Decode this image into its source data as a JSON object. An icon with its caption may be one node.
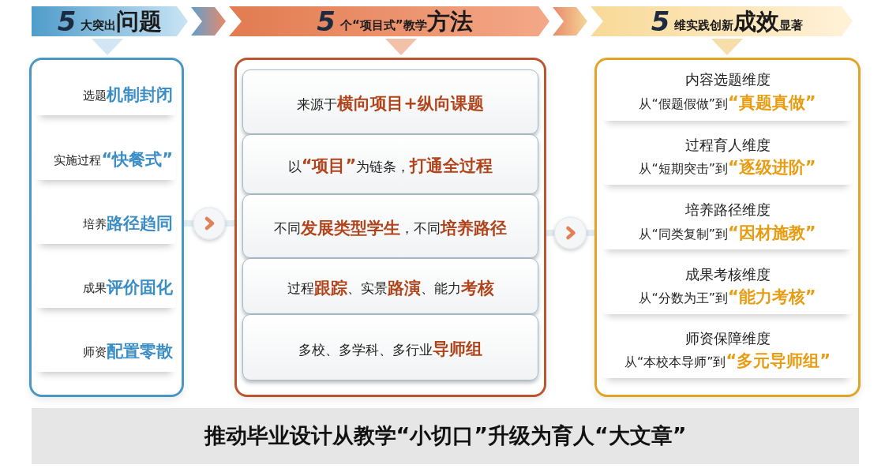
{
  "diagram": {
    "nodes": [
      {
        "text": [
          "5",
          "大突出**问题**"
        ]
      },
      {
        "text": [
          "5",
          "个“项目式”教学**方法**"
        ]
      },
      {
        "text": [
          "5",
          "维实践创新**成效**显著"
        ]
      },
      {
        "text": [],
        "shape": "box"
      },
      {
        "text": [
          "选题**机制封闭**"
        ],
        "in": 3
      },
      {
        "text": [
          "实施过程**“快餐式”**"
        ],
        "in": 3
      },
      {
        "text": [
          "培养**路径趋同**"
        ],
        "in": 3
      },
      {
        "text": [
          "成果**评价固化**"
        ],
        "in": 3
      },
      {
        "text": [
          "师资**配置零散**"
        ],
        "in": 3
      },
      {
        "text": [],
        "shape": "box"
      },
      {
        "text": [
          "来源于**横向项目+纵向课题**"
        ],
        "in": 9
      },
      {
        "text": [
          "以**“项目”**为链条，**打通全过程**"
        ],
        "in": 9
      },
      {
        "text": [
          "不同**发展类型学生**，不同**培养路径**"
        ],
        "in": 9
      },
      {
        "text": [
          "过程**跟踪**、实景**路演**、能力**考核**"
        ],
        "in": 9
      },
      {
        "text": [
          "多校、多学科、多行业**导师组**"
        ],
        "in": 9
      },
      {
        "text": [],
        "shape": "box"
      },
      {
        "text": [
          "内容选题维度",
          "从“假题假做”到**“真题真做”**"
        ],
        "in": 15
      },
      {
        "text": [
          "过程育人维度",
          "从“短期突击”到**“逐级进阶”**"
        ],
        "in": 15
      },
      {
        "text": [
          "培养路径维度",
          "从“同类复制”到**“因材施教”**"
        ],
        "in": 15
      },
      {
        "text": [
          "成果考核维度",
          "从“分数为王”到**“能力考核”**"
        ],
        "in": 15
      },
      {
        "text": [
          "师资保障维度",
          "从“本校本导师”到**“多元导师组”**"
        ],
        "in": 15
      },
      {
        "text": [
          "推动毕业设计从教学“小切口”升级为育人“大文章”"
        ]
      }
    ],
    "edges": [
      {
        "from": 0,
        "to": 1,
        "arrow": "to"
      },
      {
        "from": 1,
        "to": 2,
        "arrow": "to"
      },
      {
        "from": 0,
        "to": 3,
        "arrow": "to"
      },
      {
        "from": 1,
        "to": 9,
        "arrow": "to"
      },
      {
        "from": 2,
        "to": 15,
        "arrow": "to"
      },
      {
        "from": 3,
        "to": 9,
        "arrow": "to"
      },
      {
        "from": 9,
        "to": 15,
        "arrow": "to"
      }
    ]
  }
}
